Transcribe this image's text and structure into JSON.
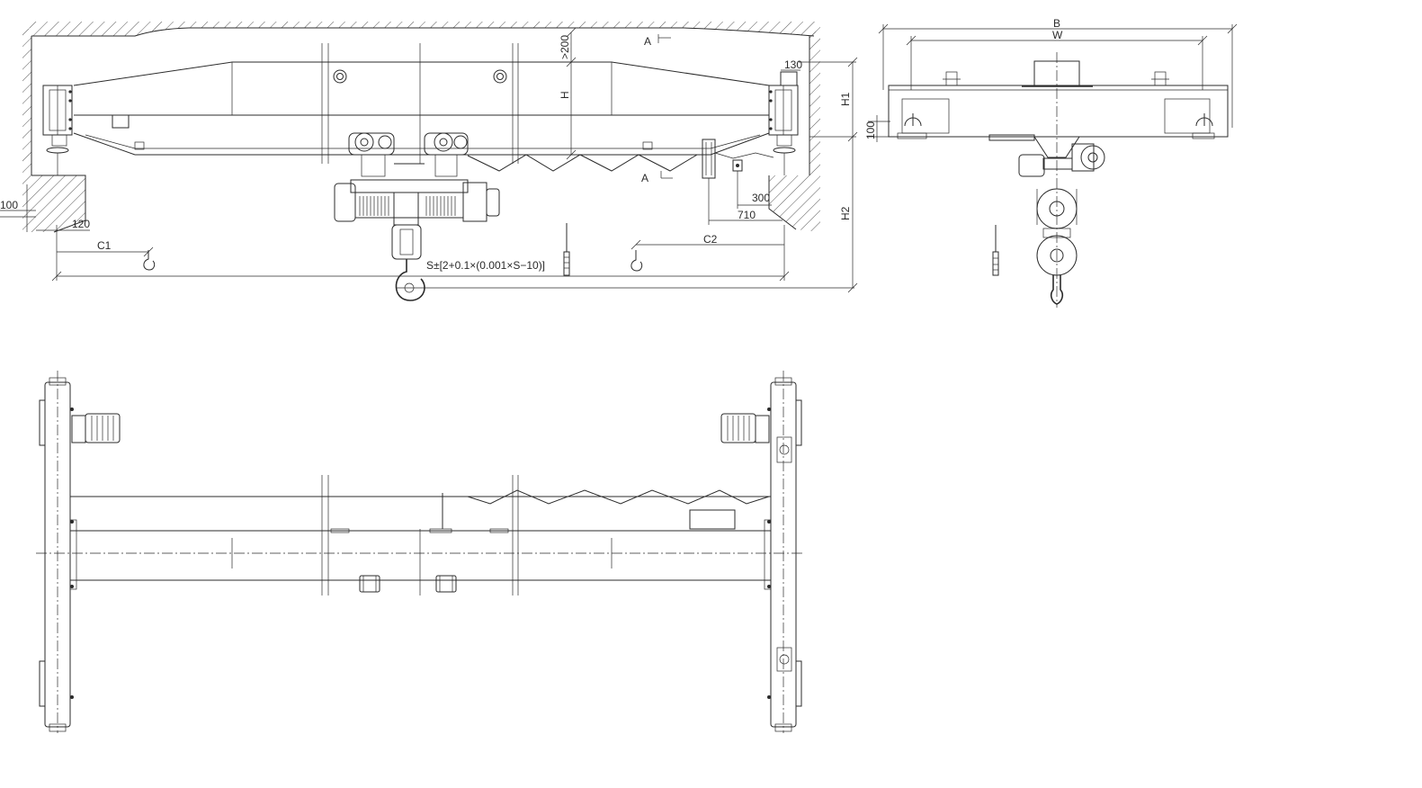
{
  "front_view": {
    "section_marker_top": "A",
    "section_marker_bottom": "A",
    "clearance_top": ">200",
    "dim_130": "130",
    "dim_H": "H",
    "dim_H1": "H1",
    "dim_H2": "H2",
    "dim_100": "100",
    "dim_120": "120",
    "dim_C1": "C1",
    "dim_C2": "C2",
    "dim_300": "300",
    "dim_710": "710",
    "span_tolerance": "S±[2+0.1×(0.001×S−10)]"
  },
  "side_view": {
    "dim_B": "B",
    "dim_W": "W",
    "dim_100": "100"
  },
  "colors": {
    "line": "#2b2b2b",
    "background": "#ffffff"
  }
}
